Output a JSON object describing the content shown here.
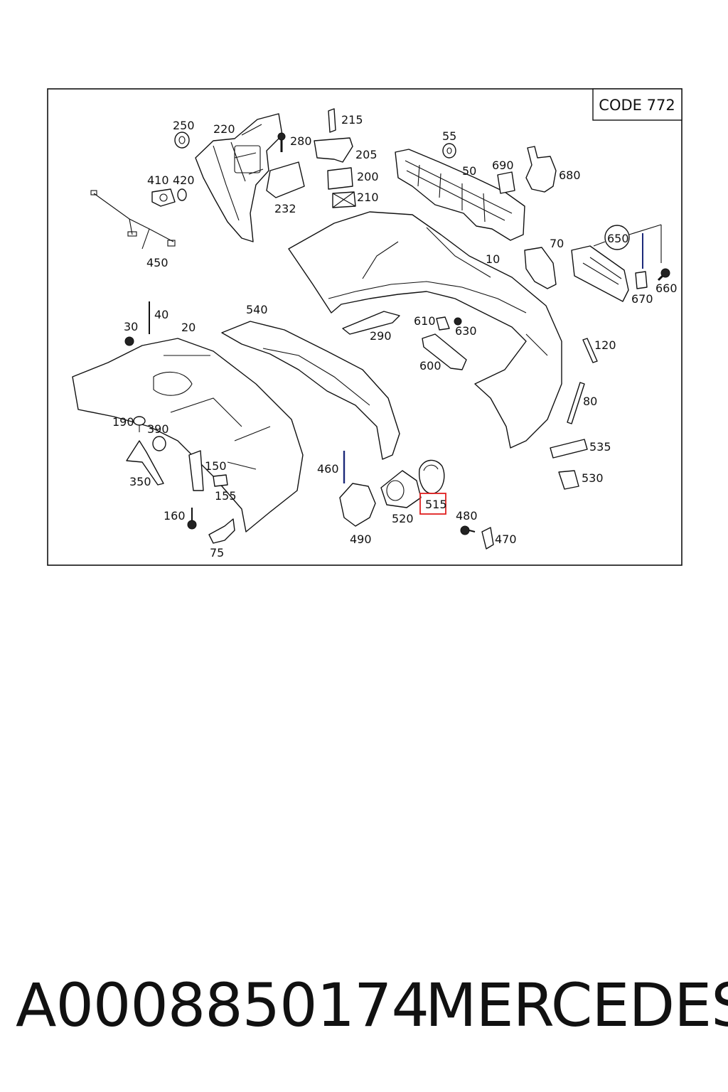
{
  "diagram": {
    "code_label": "CODE 772",
    "highlighted_part": "515",
    "part_numbers": {
      "p10": "10",
      "p20": "20",
      "p30": "30",
      "p40": "40",
      "p50": "50",
      "p55": "55",
      "p70": "70",
      "p75": "75",
      "p80": "80",
      "p120": "120",
      "p150": "150",
      "p155": "155",
      "p160": "160",
      "p190": "190",
      "p200": "200",
      "p205": "205",
      "p210": "210",
      "p215": "215",
      "p220": "220",
      "p232": "232",
      "p250": "250",
      "p280": "280",
      "p290": "290",
      "p350": "350",
      "p390": "390",
      "p410": "410",
      "p420": "420",
      "p450": "450",
      "p460": "460",
      "p470": "470",
      "p480": "480",
      "p490": "490",
      "p515": "515",
      "p520": "520",
      "p530": "530",
      "p535": "535",
      "p540": "540",
      "p600": "600",
      "p610": "610",
      "p630": "630",
      "p650": "650",
      "p660": "660",
      "p670": "670",
      "p680": "680",
      "p690": "690"
    }
  },
  "footer": {
    "part_number": "A0008850174",
    "brand": "MERCEDES"
  },
  "colors": {
    "highlight": "#e02020",
    "outline": "#111111",
    "pointer": "#1c2a7a"
  }
}
